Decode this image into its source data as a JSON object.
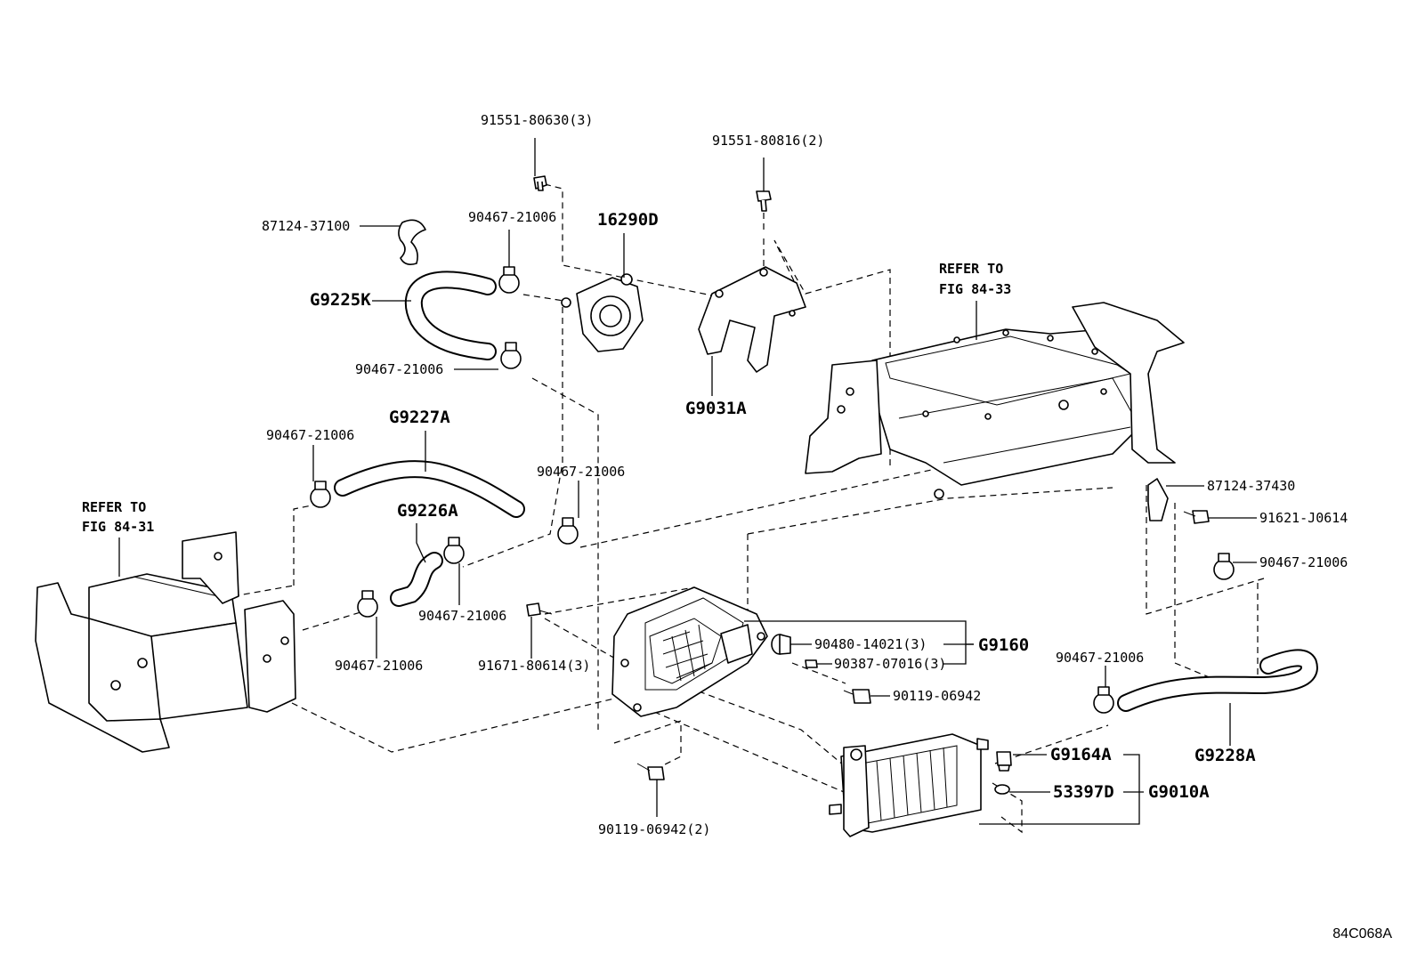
{
  "callouts": {
    "c1": "91551-80630(3)",
    "c2": "91551-80816(2)",
    "c3": "87124-37100",
    "c4": "90467-21006",
    "c5": "16290D",
    "c6": "G9225K",
    "c7": "90467-21006",
    "c8": "G9031A",
    "c9": "90467-21006",
    "c10": "G9227A",
    "c11": "90467-21006",
    "c12": "G9226A",
    "c13": "90467-21006",
    "c14": "90467-21006",
    "c15": "91671-80614(3)",
    "c16": "90480-14021(3)",
    "c17": "90387-07016(3)",
    "c18": "G9160",
    "c19": "90119-06942",
    "c20": "87124-37430",
    "c21": "91621-J0614",
    "c22": "90467-21006",
    "c23": "90467-21006",
    "c24": "G9228A",
    "c25": "G9164A",
    "c26": "53397D",
    "c27": "G9010A",
    "c28": "90119-06942(2)"
  },
  "refs": {
    "fig3331_line1": "REFER TO",
    "fig3331_line2": "FIG 84-33",
    "fig8431_line1": "REFER TO",
    "fig8431_line2": "FIG 84-31"
  },
  "drawing_code": "84C068A"
}
